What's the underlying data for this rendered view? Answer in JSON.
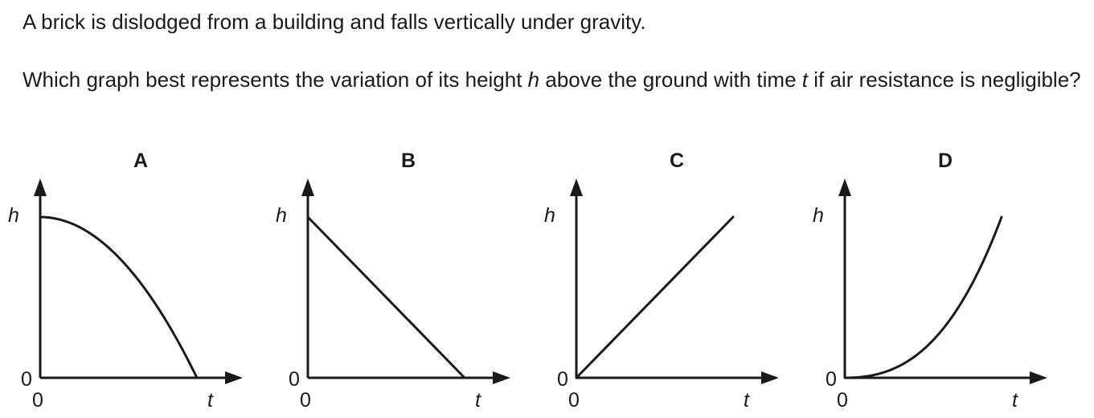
{
  "question": {
    "line1": "A brick is dislodged from a building and falls vertically under gravity.",
    "line2_before_h": "Which graph best represents the variation of its height ",
    "var_h": "h",
    "line2_mid": " above the ground with time ",
    "var_t": "t",
    "line2_after_t": " if air resistance is negligible?"
  },
  "chart_data": [
    {
      "type": "line",
      "label": "A",
      "ylabel": "h",
      "xlabel": "t",
      "y_zero_label": "0",
      "x_zero_label": "0",
      "curve": "concave-down",
      "x": [
        0,
        0.2,
        0.4,
        0.6,
        0.8,
        1.0
      ],
      "y": [
        1.0,
        0.96,
        0.84,
        0.64,
        0.36,
        0.0
      ]
    },
    {
      "type": "line",
      "label": "B",
      "ylabel": "h",
      "xlabel": "t",
      "y_zero_label": "0",
      "x_zero_label": "0",
      "curve": "linear-decreasing",
      "x": [
        0,
        1.0
      ],
      "y": [
        1.0,
        0.0
      ]
    },
    {
      "type": "line",
      "label": "C",
      "ylabel": "h",
      "xlabel": "t",
      "y_zero_label": "0",
      "x_zero_label": "0",
      "curve": "linear-increasing",
      "x": [
        0,
        1.0
      ],
      "y": [
        0.0,
        1.0
      ]
    },
    {
      "type": "line",
      "label": "D",
      "ylabel": "h",
      "xlabel": "t",
      "y_zero_label": "0",
      "x_zero_label": "0",
      "curve": "concave-up",
      "x": [
        0,
        0.2,
        0.4,
        0.6,
        0.8,
        1.0
      ],
      "y": [
        0.0,
        0.04,
        0.16,
        0.36,
        0.64,
        1.0
      ]
    }
  ],
  "colors": {
    "ink": "#1a1a1a",
    "background": "#ffffff"
  }
}
